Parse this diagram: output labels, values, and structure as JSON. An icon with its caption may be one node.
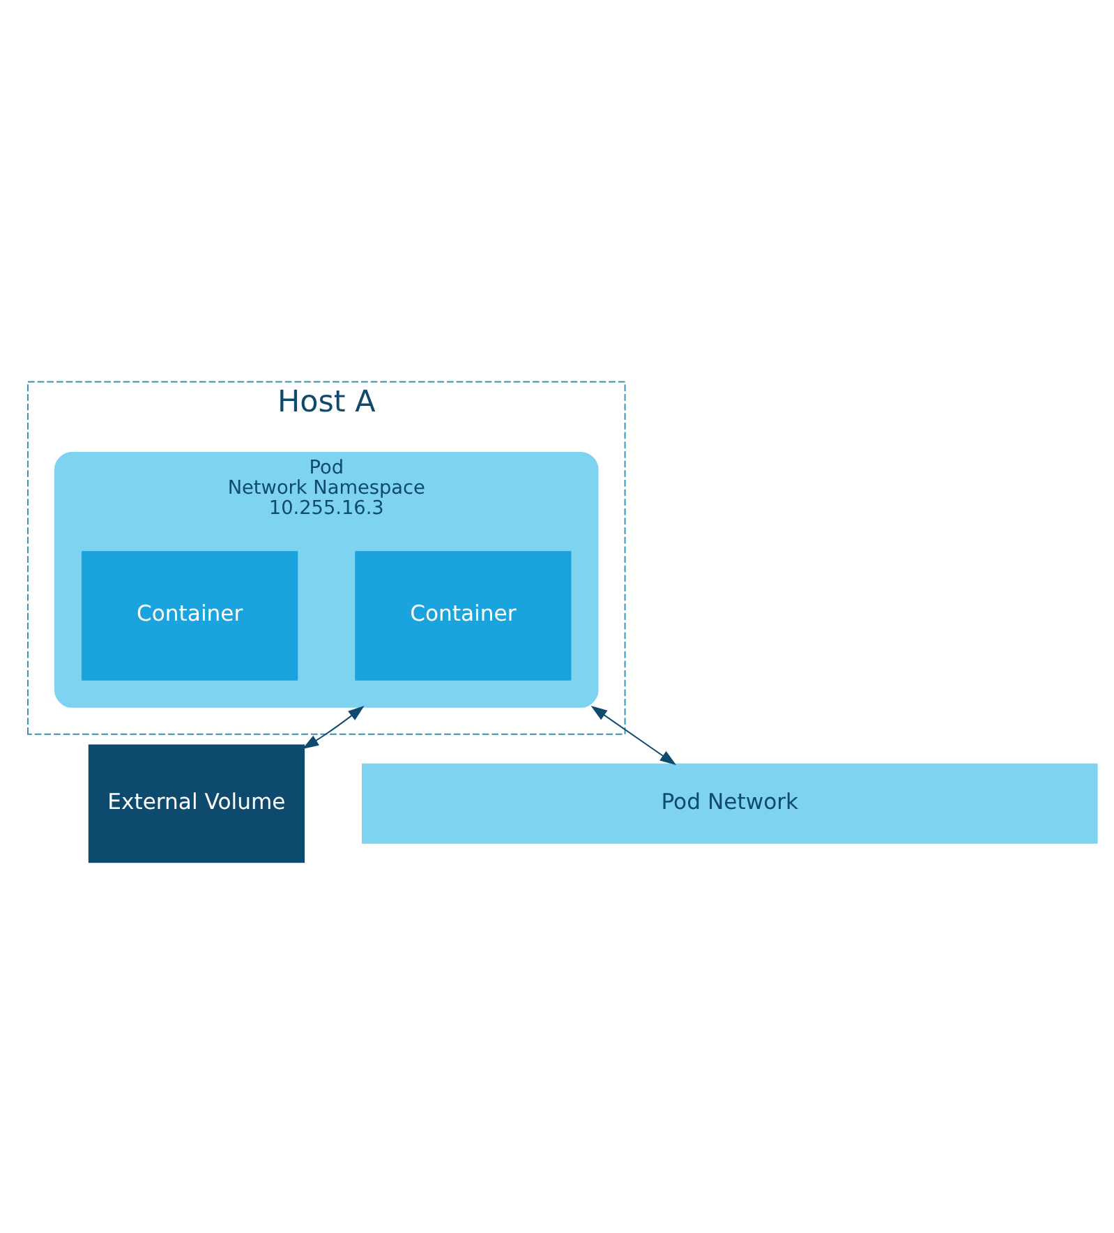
{
  "diagram": {
    "nodes": [
      {
        "text": [
          "Host A"
        ]
      },
      {
        "text": [
          "Pod",
          "Network Namespace",
          "10.255.16.3"
        ],
        "in": 0
      },
      {
        "text": [
          "Container"
        ],
        "in": 1
      },
      {
        "text": [
          "Container"
        ],
        "in": 1
      },
      {
        "text": [
          "External Volume"
        ]
      },
      {
        "text": [
          "Pod Network"
        ]
      }
    ],
    "edges": [
      {
        "from": 1,
        "to": 4,
        "arrow": "both"
      },
      {
        "from": 1,
        "to": 5,
        "arrow": "both"
      }
    ]
  }
}
